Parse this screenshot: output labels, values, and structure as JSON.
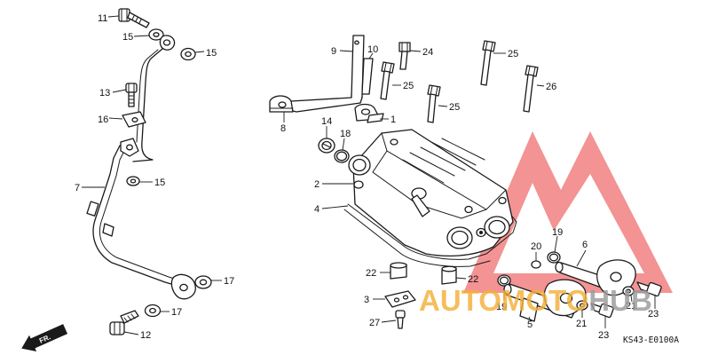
{
  "diagram": {
    "type": "exploded-parts-diagram",
    "diagram_code": "KS43-E0100A",
    "direction_label": "FR.",
    "part_callouts": [
      "11",
      "15",
      "15",
      "13",
      "16",
      "7",
      "15",
      "17",
      "17",
      "12",
      "9",
      "10",
      "24",
      "25",
      "25",
      "25",
      "26",
      "8",
      "1",
      "14",
      "18",
      "2",
      "4",
      "22",
      "22",
      "3",
      "27",
      "20",
      "19",
      "6",
      "5",
      "19",
      "21",
      "21",
      "23",
      "23"
    ],
    "colors": {
      "line": "#1a1a1a",
      "watermark_red": "#ef6a6a",
      "watermark_text": "#f3b03a"
    }
  },
  "watermark": {
    "prefix": "AUTOMOTO",
    "suffix": "HUB"
  }
}
